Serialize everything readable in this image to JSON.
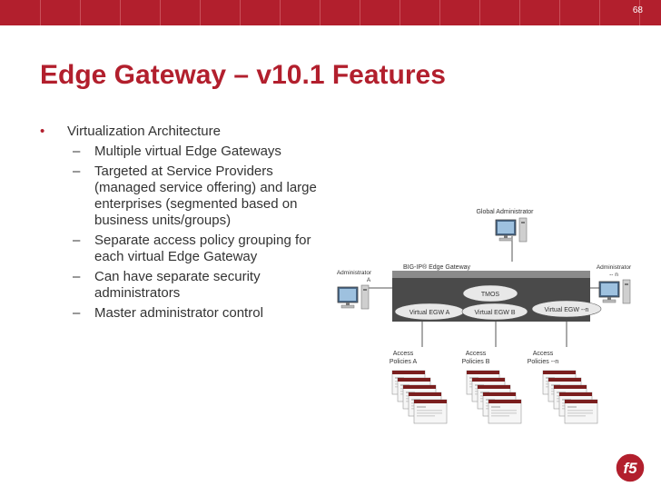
{
  "slide": {
    "number": "68",
    "title": "Edge Gateway – v10.1 Features"
  },
  "bullets": {
    "main": "Virtualization Architecture",
    "subs": [
      "Multiple virtual Edge Gateways",
      "Targeted at Service Providers (managed service offering) and large enterprises (segmented based on business units/groups)",
      "Separate access policy grouping for each virtual Edge Gateway",
      "Can have separate security administrators",
      "Master administrator control"
    ]
  },
  "diagram": {
    "global_admin": "Global Administrator",
    "admin_a_line1": "Administrator",
    "admin_a_line2": "A",
    "admin_n_line1": "Administrator",
    "admin_n_line2": "-- n",
    "gateway_label": "BIG-IP® Edge Gateway",
    "tmos": "TMOS",
    "egw_a": "Virtual EGW A",
    "egw_b": "Virtual EGW B",
    "egw_n": "Virtual EGW --n",
    "ap_a_line1": "Access",
    "ap_a_line2": "Policies  A",
    "ap_b_line1": "Access",
    "ap_b_line2": "Policies  B",
    "ap_n_line1": "Access",
    "ap_n_line2": "Policies --n"
  },
  "logo": {
    "text": "f5"
  },
  "colors": {
    "brand_red": "#b21f2d",
    "body_text": "#333333",
    "device": "#4a4a4a"
  }
}
